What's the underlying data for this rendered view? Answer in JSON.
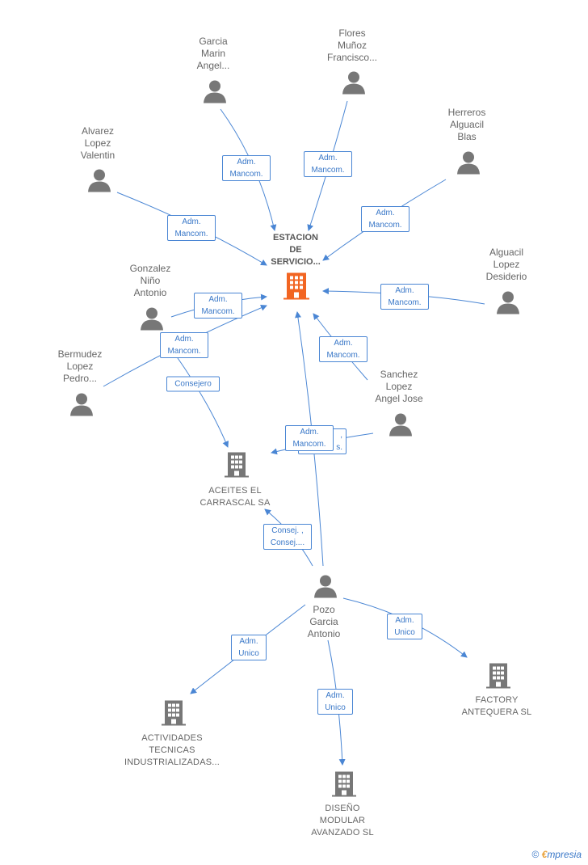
{
  "diagram": {
    "main_node": {
      "label": "ESTACION\nDE\nSERVICIO...",
      "color": "#f26522"
    },
    "persons": [
      {
        "id": "garcia",
        "label": "Garcia\nMarin\nAngel..."
      },
      {
        "id": "flores",
        "label": "Flores\nMuñoz\nFrancisco..."
      },
      {
        "id": "herreros",
        "label": "Herreros\nAlguacil\nBlas"
      },
      {
        "id": "alvarez",
        "label": "Alvarez\nLopez\nValentin"
      },
      {
        "id": "alguacil",
        "label": "Alguacil\nLopez\nDesiderio"
      },
      {
        "id": "gonzalez",
        "label": "Gonzalez\nNiño\nAntonio"
      },
      {
        "id": "bermudez",
        "label": "Bermudez\nLopez\nPedro..."
      },
      {
        "id": "sanchez",
        "label": "Sanchez\nLopez\nAngel Jose"
      },
      {
        "id": "pozo",
        "label": "Pozo\nGarcia\nAntonio"
      }
    ],
    "companies": [
      {
        "id": "aceites",
        "label": "ACEITES EL\nCARRASCAL SA"
      },
      {
        "id": "factory",
        "label": "FACTORY\nANTEQUERA SL"
      },
      {
        "id": "actividades",
        "label": "ACTIVIDADES\nTECNICAS\nINDUSTRIALIZADAS..."
      },
      {
        "id": "diseno",
        "label": "DISEÑO\nMODULAR\nAVANZADO  SL"
      }
    ],
    "relations": [
      {
        "id": "r_garcia",
        "label": "Adm.\nMancom."
      },
      {
        "id": "r_flores",
        "label": "Adm.\nMancom."
      },
      {
        "id": "r_herreros",
        "label": "Adm.\nMancom."
      },
      {
        "id": "r_alvarez",
        "label": "Adm.\nMancom."
      },
      {
        "id": "r_alguacil",
        "label": "Adm.\nMancom."
      },
      {
        "id": "r_gonzalez",
        "label": "Adm.\nMancom."
      },
      {
        "id": "r_bermudez",
        "label": "Adm.\nMancom."
      },
      {
        "id": "r_bermudez_aceites",
        "label": "Consejero"
      },
      {
        "id": "r_sanchez",
        "label": "Adm.\nMancom."
      },
      {
        "id": "r_sanchez_aceites",
        "label": "Adm.\nMancom."
      },
      {
        "id": "r_sanchez_aceites_back",
        "label": ",\ns."
      },
      {
        "id": "r_pozo_aceites",
        "label": "Consej. ,\nConsej...."
      },
      {
        "id": "r_pozo_factory",
        "label": "Adm.\nUnico"
      },
      {
        "id": "r_pozo_actividades",
        "label": "Adm.\nUnico"
      },
      {
        "id": "r_pozo_diseno",
        "label": "Adm.\nUnico"
      }
    ],
    "colors": {
      "edge": "#4a86d4",
      "node": "#777777",
      "main": "#f26522"
    }
  },
  "brand": {
    "copyright": "©",
    "initial": "€",
    "name": "mpresia"
  }
}
